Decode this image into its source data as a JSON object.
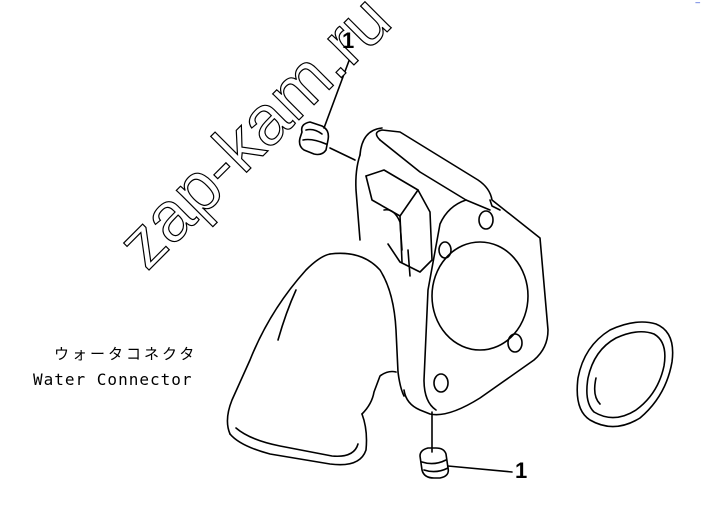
{
  "diagram": {
    "label_japanese": "ウォータコネクタ",
    "label_english": "Water Connector",
    "callouts": [
      "1",
      "1"
    ],
    "watermark": "zap-kam.ru",
    "corner_mark": "‾"
  },
  "colors": {
    "line": "#000000",
    "background": "#ffffff",
    "corner_mark": "#1e40d0"
  }
}
